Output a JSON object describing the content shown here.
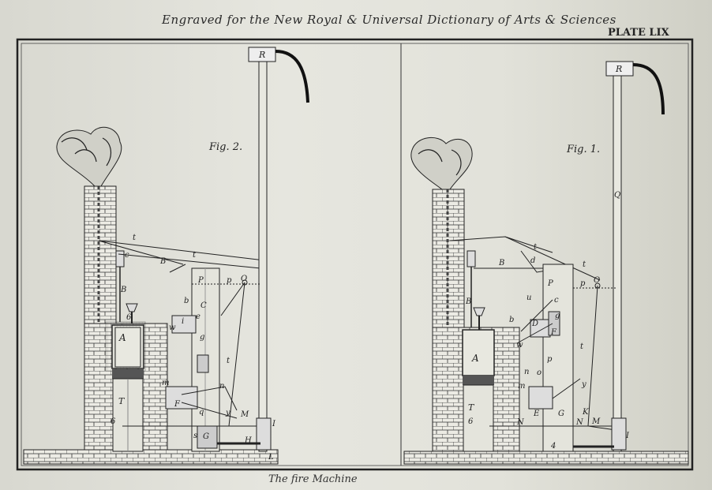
{
  "header": "Engraved for the New Royal & Universal Dictionary of Arts & Sciences",
  "plate": "PLATE LIX",
  "footer": "The fire Machine",
  "figures": {
    "fig2": {
      "title": "Fig. 2.",
      "labels": [
        "R",
        "t",
        "c",
        "B",
        "t",
        "C",
        "P",
        "p",
        "O",
        "B",
        "6",
        "A",
        "b",
        "e",
        "w",
        "i",
        "g",
        "t",
        "m",
        "n",
        "F",
        "T",
        "q",
        "y",
        "M",
        "I",
        "s",
        "G",
        "H",
        "L",
        "6"
      ]
    },
    "fig1": {
      "title": "Fig. 1.",
      "labels": [
        "R",
        "Q",
        "t",
        "d",
        "B",
        "t",
        "P",
        "p",
        "O",
        "B",
        "u",
        "c",
        "b",
        "D",
        "g",
        "F",
        "A",
        "w",
        "t",
        "p",
        "o",
        "n",
        "m",
        "y",
        "E",
        "G",
        "K",
        "M",
        "I",
        "T",
        "N",
        "N",
        "4",
        "6"
      ]
    }
  }
}
